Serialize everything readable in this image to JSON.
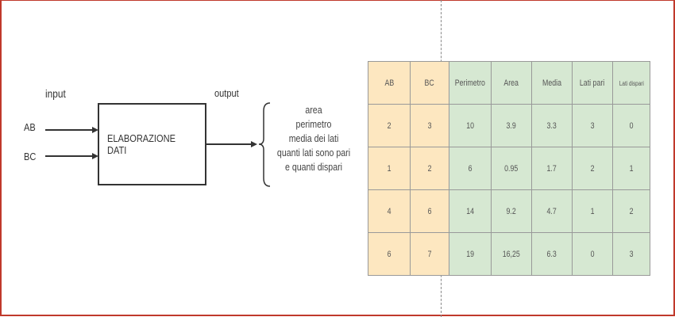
{
  "diagram": {
    "input_label": "input",
    "output_label": "output",
    "inputs": [
      "AB",
      "BC"
    ],
    "process": "ELABORAZIONE DATI",
    "outputs": [
      "area",
      "perimetro",
      "media dei lati",
      "quanti lati sono pari",
      "e quanti dispari"
    ]
  },
  "table": {
    "headers": [
      "AB",
      "BC",
      "Perimetro",
      "Area",
      "Media",
      "Lati pari",
      "Lati dispari"
    ],
    "rows": [
      [
        "2",
        "3",
        "10",
        "3.9",
        "3.3",
        "3",
        "0"
      ],
      [
        "1",
        "2",
        "6",
        "0.95",
        "1.7",
        "2",
        "1"
      ],
      [
        "4",
        "6",
        "14",
        "9.2",
        "4.7",
        "1",
        "2"
      ],
      [
        "6",
        "7",
        "19",
        "16,25",
        "6.3",
        "0",
        "3"
      ]
    ]
  },
  "colors": {
    "input_cols": "#fde7c0",
    "output_cols": "#d6e8d2",
    "border": "#c0392b"
  }
}
